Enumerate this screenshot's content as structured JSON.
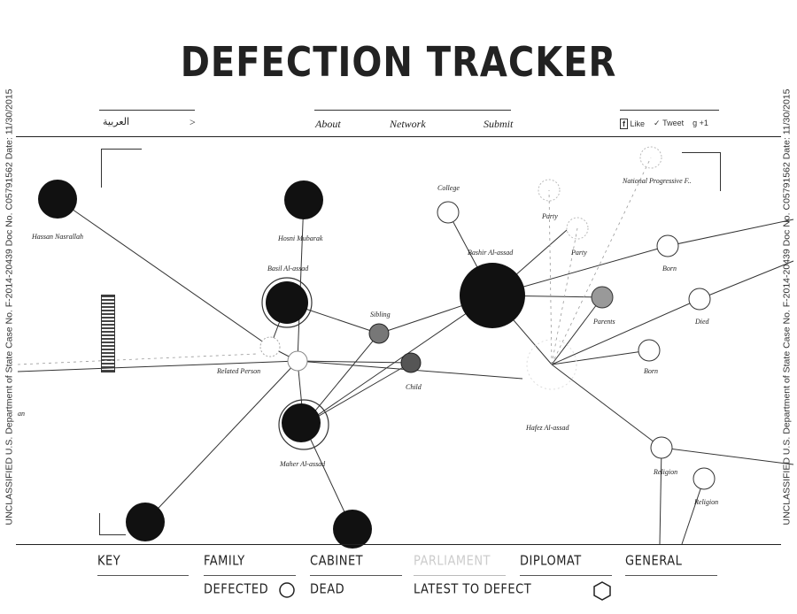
{
  "header": {
    "title": "DEFECTION TRACKER",
    "lang_link": "العربية",
    "lang_arrow": ">"
  },
  "nav": {
    "items": [
      {
        "label": "About"
      },
      {
        "label": "Network"
      },
      {
        "label": "Submit"
      }
    ]
  },
  "social": {
    "like": "Like",
    "tweet": "Tweet",
    "plus": "+1"
  },
  "stamp": {
    "text": "UNCLASSIFIED U.S. Department of State Case No. F-2014-20439 Doc No. C05791562 Date: 11/30/2015"
  },
  "graph": {
    "nodes": [
      {
        "id": "hassan",
        "label": "Hassan Nasrallah"
      },
      {
        "id": "hosni",
        "label": "Hosni Mubarak"
      },
      {
        "id": "basil",
        "label": "Basil Al-assad"
      },
      {
        "id": "bashir",
        "label": "Bashir Al-assad"
      },
      {
        "id": "college",
        "label": "College"
      },
      {
        "id": "party1",
        "label": "Party"
      },
      {
        "id": "party2",
        "label": "Party"
      },
      {
        "id": "natl",
        "label": "National Progressive F.."
      },
      {
        "id": "sibling",
        "label": "Sibling"
      },
      {
        "id": "child",
        "label": "Child"
      },
      {
        "id": "parents",
        "label": "Parents"
      },
      {
        "id": "born1",
        "label": "Born"
      },
      {
        "id": "died",
        "label": "Died"
      },
      {
        "id": "born2",
        "label": "Born"
      },
      {
        "id": "hafez",
        "label": "Hafez Al-assad"
      },
      {
        "id": "related",
        "label": "Related Person"
      },
      {
        "id": "maher",
        "label": "Maher Al-assad"
      },
      {
        "id": "religion1",
        "label": "Religion"
      },
      {
        "id": "religion2",
        "label": "Religion"
      },
      {
        "id": "edge_label",
        "label": "an"
      }
    ]
  },
  "key": {
    "title": "KEY",
    "family": "FAMILY",
    "cabinet": "CABINET",
    "parliament": "PARLIAMENT",
    "diplomat": "DIPLOMAT",
    "general": "GENERAL",
    "defected": "DEFECTED",
    "dead": "DEAD",
    "latest": "LATEST TO DEFECT"
  }
}
